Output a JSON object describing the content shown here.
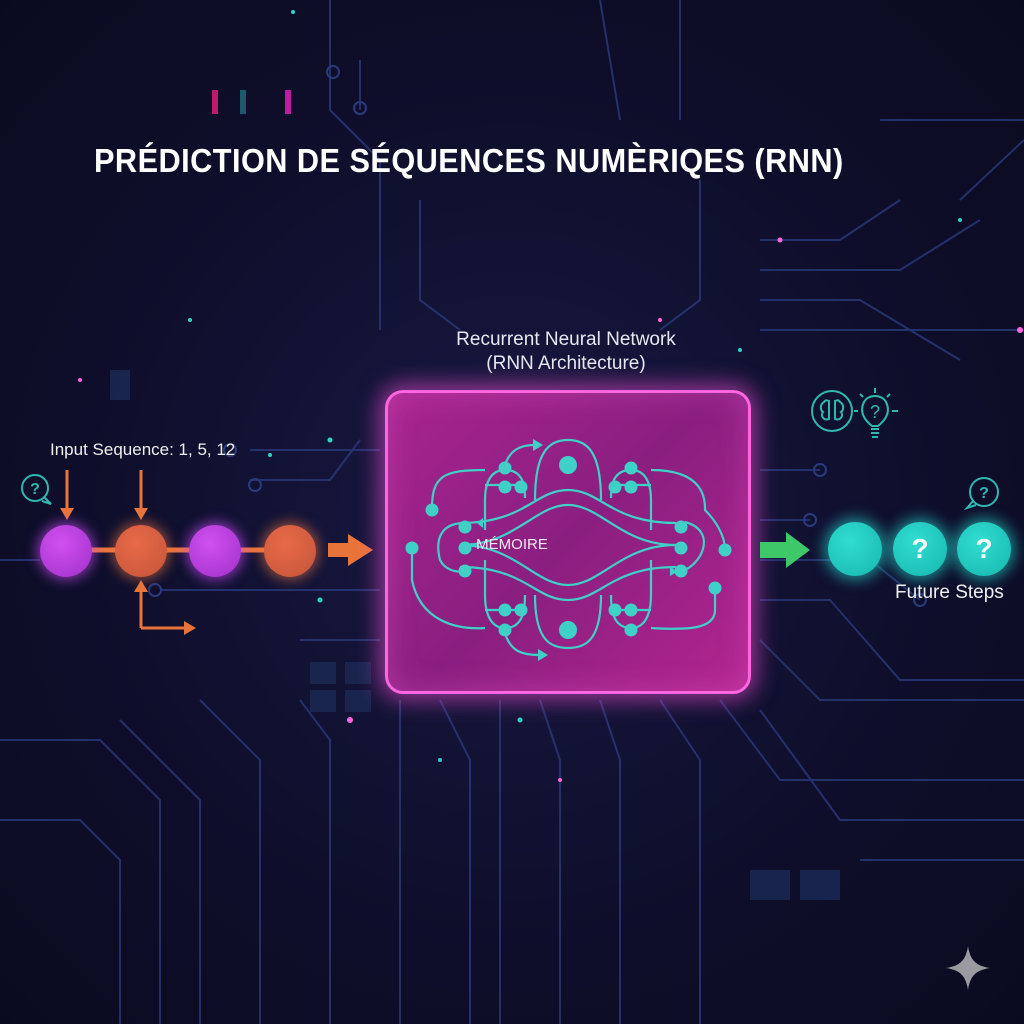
{
  "title": "PRÉDICTION DE SÉQUENCES NUMÈRIQES (RNN)",
  "input": {
    "label": "Input Sequence: 1, 5, 12",
    "nodes": [
      "purple",
      "orange",
      "purple",
      "orange"
    ],
    "help_icon": "question-bubble-icon"
  },
  "rnn": {
    "title_line1": "Recurrent Neural Network",
    "title_line2": "(RNN Architecture)",
    "memory_label": "MÉMOIRE"
  },
  "output": {
    "label": "Future Steps",
    "nodes": [
      "",
      "?",
      "?"
    ],
    "icons": [
      "brain-icon",
      "lightbulb-question-icon",
      "question-bubble-icon"
    ]
  },
  "colors": {
    "background": "#0e0e2a",
    "purple_node": "#b63ad8",
    "orange_node": "#d45e40",
    "rnn_box": "#9c2288",
    "rnn_border": "#ff66e0",
    "teal": "#2fd3c8",
    "input_arrow": "#e8743a",
    "output_arrow": "#3ec86a"
  }
}
